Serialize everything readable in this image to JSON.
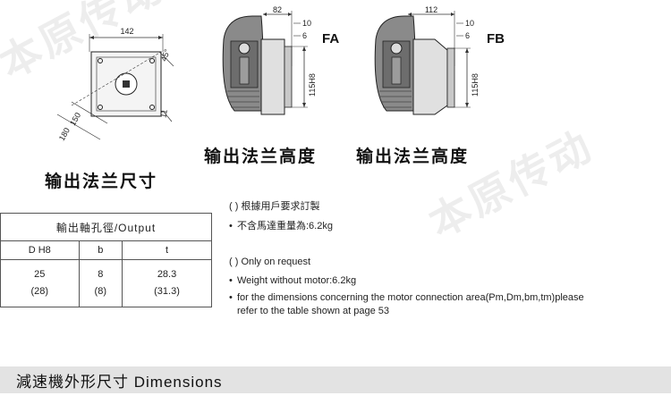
{
  "watermark": {
    "text_a": "本原传动",
    "text_b": "本原传动"
  },
  "flange_diagram": {
    "dim_width": "142",
    "dim_angle": "45°",
    "dim_150": "150",
    "dim_180": "180",
    "dim_11": "11",
    "caption": "输出法兰尺寸"
  },
  "fa_diagram": {
    "label": "FA",
    "dim_82": "82",
    "dim_10": "10",
    "dim_6": "6",
    "dim_115h8": "115H8",
    "caption": "输出法兰高度"
  },
  "fb_diagram": {
    "label": "FB",
    "dim_112": "112",
    "dim_10": "10",
    "dim_6": "6",
    "dim_115h8": "115H8",
    "caption": "输出法兰高度"
  },
  "output_table": {
    "header": "輸出軸孔徑/Output",
    "columns": [
      "D H8",
      "b",
      "t"
    ],
    "rows": [
      [
        "25",
        "8",
        "28.3"
      ],
      [
        "(28)",
        "(8)",
        "(31.3)"
      ]
    ]
  },
  "notes": {
    "cn_on_request": "(    ) 根據用戶要求訂製",
    "cn_weight": "不含馬達重量為:6.2kg",
    "en_on_request": "(    ) Only on request",
    "en_weight": "Weight without motor:6.2kg",
    "en_dims_line1": "for the dimensions concerning the motor connection area(Pm,Dm,bm,tm)please",
    "en_dims_line2": "refer to the table shown at page 53"
  },
  "footer": {
    "title": "減速機外形尺寸  Dimensions"
  }
}
